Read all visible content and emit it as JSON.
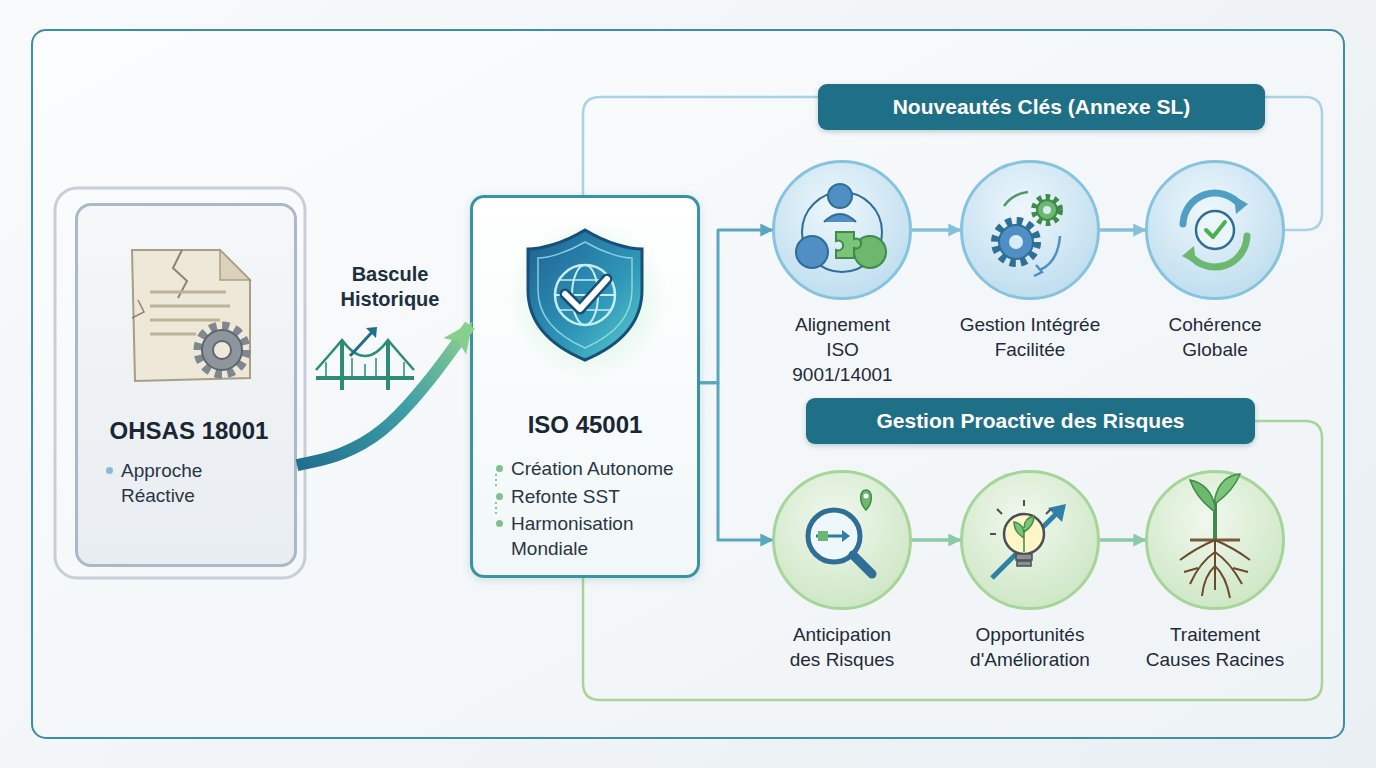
{
  "diagram": {
    "nodes": [
      {
        "text": [
          "OHSAS 18001",
          "Approche Réactive"
        ]
      },
      {
        "text": [
          "ISO 45001",
          "Création Autonome",
          "Refonte SST",
          "Harmonisation Mondiale"
        ]
      },
      {
        "text": [
          "Nouveautés Clés (Annexe SL)"
        ]
      },
      {
        "text": [
          "Alignement ISO 9001/14001"
        ]
      },
      {
        "text": [
          "Gestion Intégrée Facilitée"
        ]
      },
      {
        "text": [
          "Cohérence Globale"
        ]
      },
      {
        "text": [
          "Gestion Proactive des Risques"
        ]
      },
      {
        "text": [
          "Anticipation des Risques"
        ]
      },
      {
        "text": [
          "Opportunités d'Amélioration"
        ]
      },
      {
        "text": [
          "Traitement Causes Racines"
        ]
      }
    ],
    "edges": [
      {
        "from": 0,
        "to": 1,
        "arrow": "to",
        "label": "Bascule Historique"
      },
      {
        "from": 1,
        "to": 3,
        "arrow": "to"
      },
      {
        "from": 1,
        "to": 7,
        "arrow": "to"
      },
      {
        "from": 3,
        "to": 4,
        "arrow": "to"
      },
      {
        "from": 4,
        "to": 5,
        "arrow": "to"
      },
      {
        "from": 7,
        "to": 8,
        "arrow": "to"
      },
      {
        "from": 8,
        "to": 9,
        "arrow": "to"
      }
    ]
  }
}
